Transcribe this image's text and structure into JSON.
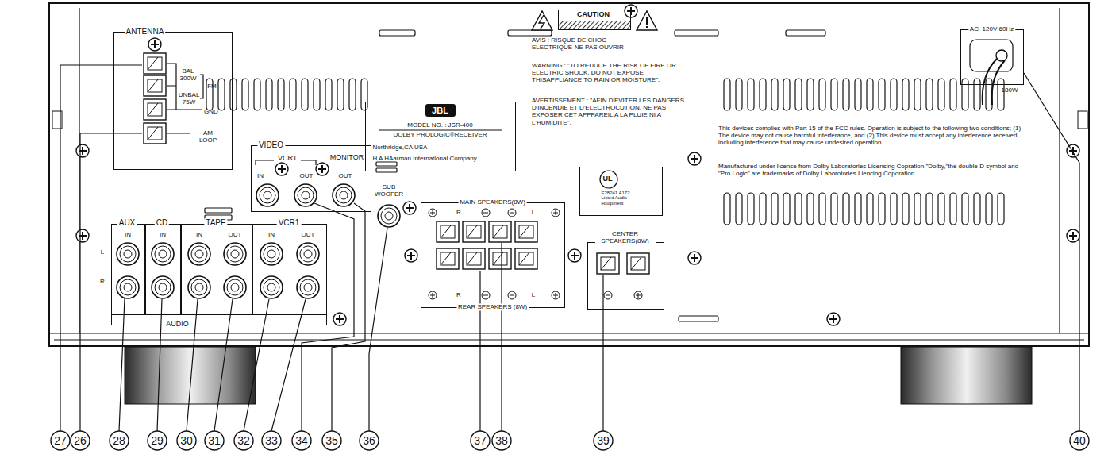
{
  "diagram": {
    "nodes": [
      {
        "text": [
          "ANTENNA"
        ]
      },
      {
        "text": [
          "VIDEO"
        ]
      },
      {
        "text": [
          "AUDIO"
        ]
      },
      {
        "text": [
          "AUX"
        ],
        "in": 2
      },
      {
        "text": [
          "CD"
        ],
        "in": 2
      },
      {
        "text": [
          "TAPE"
        ],
        "in": 2
      },
      {
        "text": [
          "VCR1"
        ],
        "in": 2
      },
      {
        "text": [
          "JBL",
          "MODEL NO. : JSR-400",
          "DOLBY PROLOGIC®RECEIVER",
          "Northridge,CA USA",
          "H A HAarman International Company"
        ]
      },
      {
        "text": [
          "CAUTION"
        ]
      },
      {
        "text": [
          "UL",
          "E28241 A172 Listed Audio equipment"
        ]
      },
      {
        "text": [
          "MAIN SPEAKERS(8W)",
          "REAR SPEAKERS (8W)"
        ]
      },
      {
        "text": [
          "CENTER SPEAKERS(8W)"
        ]
      },
      {
        "text": [
          "AC~120V 60Hz"
        ]
      }
    ],
    "labels": [
      "BAL 300W",
      "FM",
      "UNBAL 75W",
      "GND",
      "AM LOOP",
      "VCR1",
      "IN",
      "OUT",
      "MONITOR",
      "OUT",
      "L",
      "R",
      "IN",
      "IN",
      "IN",
      "OUT",
      "IN",
      "OUT",
      "AVIS : RISQUE DE CHOC ELECTRIQUE-NE PAS OUVRIR",
      "WARNING : \"TO REDUCE THE RISK OF FIRE OR ELECTRIC SHOCK. DO NOT EXPOSE THISAPPLIANCE TO RAIN OR MOISTURE\".",
      "AVERTISSEMENT : \"AFIN D'EVITER LES DANGERS D'INCENDIE ET D'ELECTROCUTION, NE PAS EXPOSER CET APPPAREIL A LA PLUIE NI A L'HUMIDITE\".",
      "R",
      "L",
      "R",
      "L",
      "SUB WOOFER",
      "180W",
      "This devices complies with Part 15 of the FCC rules. Operation is subject to the following two conditions; (1) The device may not cause harmful interferance, and (2) This device must accept any interference received, including interference that may cause undesired operation.",
      "Manufactured under license from Dolby Laboratories Licensing Copration.\"Dolby,\"the double-D symbol and \"Pro Logic\" are trademarks of Dolby Laborotories Liencing Coporation.",
      "27",
      "26",
      "28",
      "29",
      "30",
      "31",
      "32",
      "33",
      "34",
      "35",
      "36",
      "37",
      "38",
      "39",
      "40"
    ]
  }
}
